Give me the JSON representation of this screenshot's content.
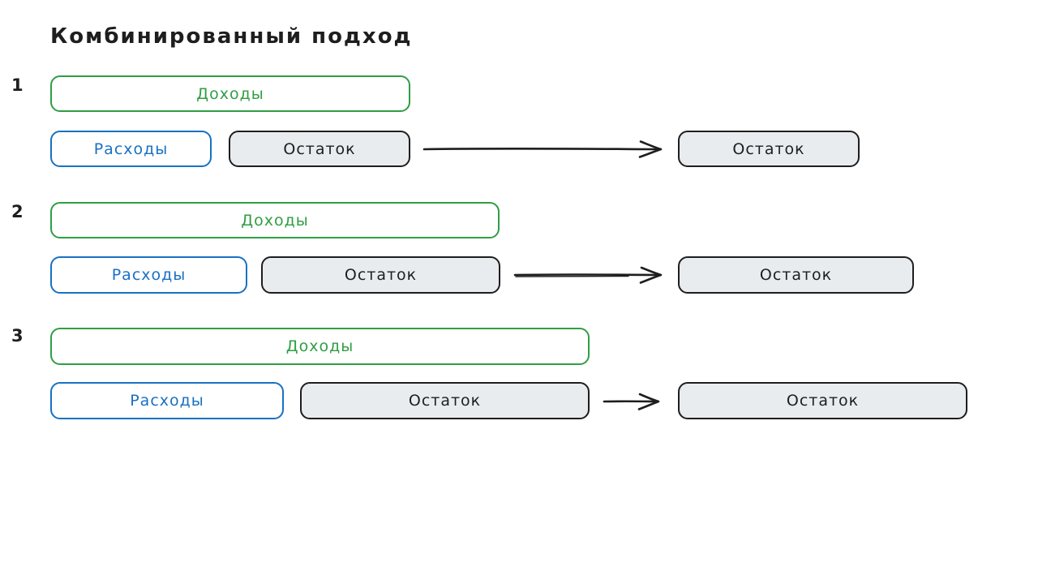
{
  "title": "Комбинированный подход",
  "colors": {
    "income_stroke": "#2f9e44",
    "expenses_stroke": "#1971c2",
    "remainder_stroke": "#1e1e1e",
    "remainder_fill": "#e9ecef",
    "arrow": "#1e1e1e",
    "text_dark": "#1e1e1e",
    "background": "#ffffff"
  },
  "rows": [
    {
      "number": "1",
      "income": "Доходы",
      "expenses": "Расходы",
      "remainder": "Остаток",
      "result": "Остаток"
    },
    {
      "number": "2",
      "income": "Доходы",
      "expenses": "Расходы",
      "remainder": "Остаток",
      "result": "Остаток"
    },
    {
      "number": "3",
      "income": "Доходы",
      "expenses": "Расходы",
      "remainder": "Остаток",
      "result": "Остаток"
    }
  ]
}
